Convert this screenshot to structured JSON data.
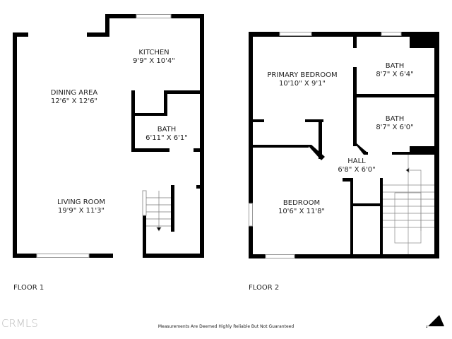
{
  "floors": [
    {
      "label": "FLOOR 1",
      "rooms": [
        {
          "name": "KITCHEN",
          "size": "9'9\" X 10'4\""
        },
        {
          "name": "DINING AREA",
          "size": "12'6\" X 12'6\""
        },
        {
          "name": "BATH",
          "size": "6'11\" X 6'1\""
        },
        {
          "name": "LIVING ROOM",
          "size": "19'9\" X 11'3\""
        }
      ]
    },
    {
      "label": "FLOOR 2",
      "rooms": [
        {
          "name": "PRIMARY BEDROOM",
          "size": "10'10\" X 9'1\""
        },
        {
          "name": "BATH",
          "size": "8'7\" X 6'4\""
        },
        {
          "name": "BATH",
          "size": "8'7\" X 6'0\""
        },
        {
          "name": "HALL",
          "size": "6'8\" X 6'0\""
        },
        {
          "name": "BEDROOM",
          "size": "10'6\" X 11'8\""
        }
      ]
    }
  ],
  "footer": {
    "disclaimer": "Measurements Are Deemed Highly Reliable But Not Guaranteed",
    "logo": "CRMLS",
    "compass_icon": "north-arrow-icon",
    "compass_label": "z"
  },
  "colors": {
    "wall": "#000000",
    "window": "#cccccc",
    "background": "#ffffff"
  }
}
